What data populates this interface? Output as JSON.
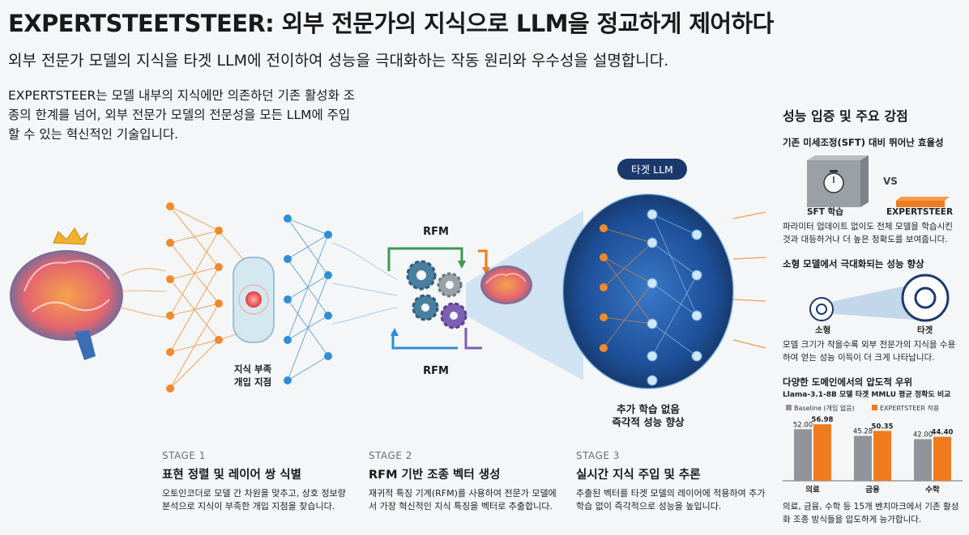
{
  "header": {
    "title": "EXPERTSTEETSTEER: 외부 전문가의 지식으로 LLM을 정교하게 제어하다",
    "subtitle": "외부 전문가 모델의 지식을 타겟 LLM에 전이하여 성능을 극대화하는 작동 원리와 우수성을 설명합니다.",
    "intro": "EXPERTSTEER는 모델 내부의 지식에만 의존하던 기존 활성화 조종의 한계를 넘어, 외부 전문가 모델의 전문성을 모든 LLM에 주입할 수 있는 혁신적인 기술입니다."
  },
  "diagram": {
    "knowledge_gap_label": "지식 부족\n개입 지점",
    "rfm_top": "RFM",
    "rfm_bottom": "RFM",
    "target_llm": "타겟 LLM",
    "target_caption": "추가 학습 없음\n즉각적 성능 향상"
  },
  "stages": [
    {
      "label": "STAGE 1",
      "heading": "표현 정렬 및 레이어 쌍 식별",
      "desc": "오토인코더로 모델 간 차원을 맞추고, 상호 정보량 분석으로 지식이 부족한 개입 지점을 찾습니다."
    },
    {
      "label": "STAGE 2",
      "heading": "RFM 기반 조종 벡터 생성",
      "desc": "재귀적 특징 기계(RFM)를 사용하여 전문가 모델에서 가장 혁신적인 지식 특징을 벡터로 추출합니다."
    },
    {
      "label": "STAGE 3",
      "heading": "실시간 지식 주입 및 추론",
      "desc": "추출된 벡터를 타겟 모델의 레이어에 적용하여 추가 학습 없이 즉각적으로 성능을 높입니다."
    }
  ],
  "panel": {
    "title": "성능 입증 및 주요 강점",
    "sft": {
      "heading": "기존 미세조정(SFT) 대비 뛰어난 효율성",
      "left_label": "SFT 학습",
      "vs": "VS",
      "right_label": "EXPERTSTEER",
      "desc": "파라미터 업데이트 없이도 전체 모델을 학습시킨 것과 대등하거나 더 높은 정확도를 보여줍니다."
    },
    "small": {
      "heading": "소형 모델에서 극대화되는 성능 향상",
      "left_label": "소형",
      "right_label": "타겟",
      "desc": "모델 크기가 작을수록 외부 전문가의 지식을 수용하여 얻는 성능 이득이 더 크게 나타납니다."
    },
    "domain": {
      "heading": "다양한 도메인에서의 압도적 우위",
      "subheading": "Llama-3.1-8B 모델 타겟 MMLU 평균 정확도 비교",
      "desc": "의료, 금융, 수학 등 15개 벤치마크에서 기존 활성화 조종 방식들을 압도하게 능가합니다."
    }
  },
  "chart_data": {
    "type": "bar",
    "subtitle": "Llama-3.1-8B 모델 타겟 MMLU 평균 정확도 비교",
    "categories": [
      "의료",
      "금융",
      "수학"
    ],
    "series": [
      {
        "name": "Baseline (개입 없음)",
        "values": [
          52.0,
          45.28,
          42.0
        ],
        "value_labels": [
          "52.00",
          "45.28",
          "42.00"
        ]
      },
      {
        "name": "EXPERTSTEER 적용",
        "values": [
          56.98,
          50.35,
          44.4
        ],
        "value_labels": [
          "56.98",
          "50.35",
          "44.40"
        ]
      }
    ],
    "colors": {
      "Baseline": "#8f959b",
      "EXPERTSTEER": "#f07b1e"
    },
    "ylim": [
      0,
      60
    ],
    "legend": "top",
    "grid": false
  },
  "colors": {
    "orange": "#f07b1e",
    "blue": "#2e8fd6",
    "dark_blue": "#1b3a6b",
    "gray": "#8f959b"
  }
}
